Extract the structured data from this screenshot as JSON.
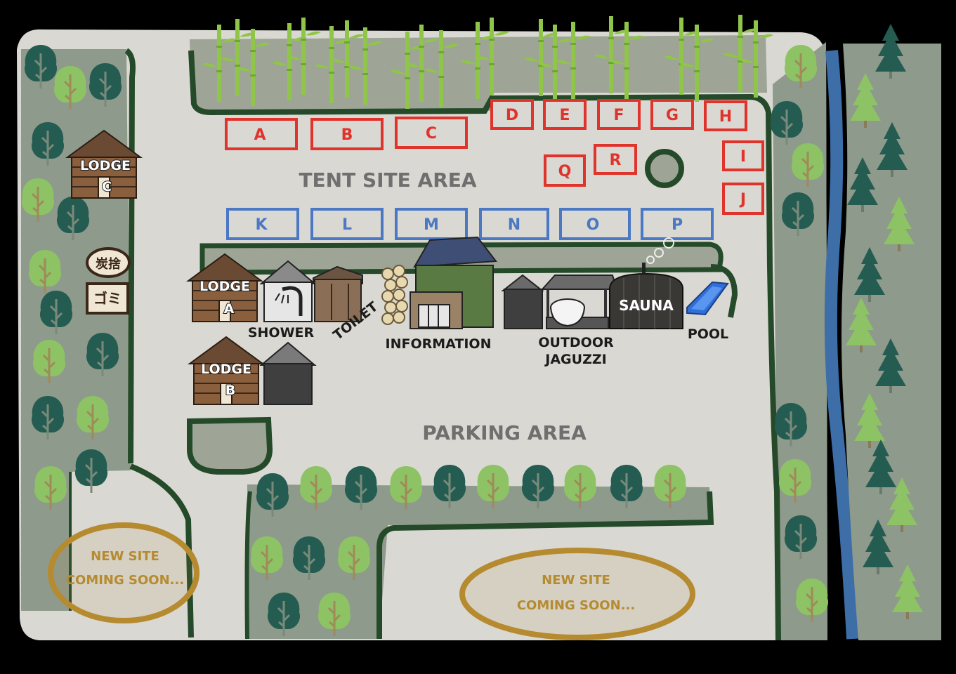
{
  "colors": {
    "background": "#000000",
    "ground": "#d9d8d2",
    "grass": "#9ea496",
    "border": "#244a2a",
    "tree_dark": "#255c52",
    "tree_light": "#8dc364",
    "bamboo": "#8fc649",
    "river": "#3d6ea8",
    "tent_red": "#e0332b",
    "tent_blue": "#4a78c4",
    "new_site": "#b68a2f",
    "area_label": "#6f6f6f"
  },
  "areas": {
    "tent_site": "TENT SITE AREA",
    "parking": "PARKING AREA"
  },
  "tent_sites": {
    "red": [
      "A",
      "B",
      "C",
      "D",
      "E",
      "F",
      "G",
      "H",
      "I",
      "J",
      "Q",
      "R"
    ],
    "blue": [
      "K",
      "L",
      "M",
      "N",
      "O",
      "P"
    ]
  },
  "lodges": {
    "word": "LODGE",
    "a": "A",
    "b": "B",
    "c": "C"
  },
  "facilities": {
    "shower": "SHOWER",
    "toilet": "TOILET",
    "information": "INFORMATION",
    "outdoor_line1": "OUTDOOR",
    "outdoor_line2": "JAGUZZI",
    "sauna": "SAUNA",
    "pool": "POOL"
  },
  "signs": {
    "charcoal": "炭捨",
    "trash": "ゴミ"
  },
  "new_sites": {
    "line1": "NEW SITE",
    "line2": "COMING SOON..."
  },
  "icons": [
    "tree-icon",
    "bamboo-icon",
    "shower-icon",
    "jacuzzi-icon",
    "steam-icon",
    "firewood-icon"
  ]
}
